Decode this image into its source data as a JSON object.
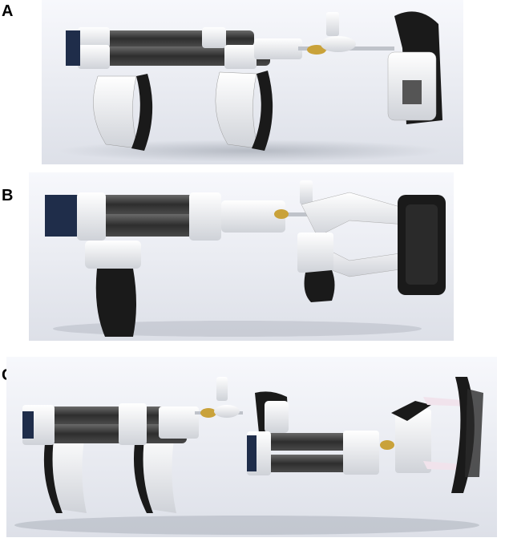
{
  "panels": [
    {
      "label": "A"
    },
    {
      "label": "B"
    },
    {
      "label": "C"
    }
  ],
  "colors": {
    "background_top": "#f6f7fb",
    "background_bottom": "#dfe2ea",
    "tube_dark": "#3b3b3b",
    "white_part": "#f2f2f2",
    "black_band": "#1a1a1a",
    "brass": "#c9a23a",
    "navy": "#1f2d4a"
  }
}
